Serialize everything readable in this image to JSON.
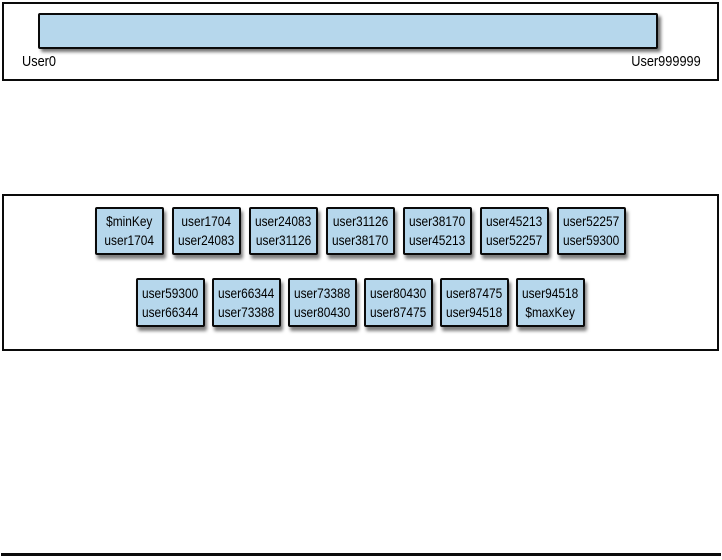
{
  "key_space": {
    "start_label": "User0",
    "end_label": "User999999"
  },
  "chunks": {
    "row1": [
      {
        "from": "$minKey",
        "to": "user1704"
      },
      {
        "from": "user1704",
        "to": "user24083"
      },
      {
        "from": "user24083",
        "to": "user31126"
      },
      {
        "from": "user31126",
        "to": "user38170"
      },
      {
        "from": "user38170",
        "to": "user45213"
      },
      {
        "from": "user45213",
        "to": "user52257"
      },
      {
        "from": "user52257",
        "to": "user59300"
      }
    ],
    "row2": [
      {
        "from": "user59300",
        "to": "user66344"
      },
      {
        "from": "user66344",
        "to": "user73388"
      },
      {
        "from": "user73388",
        "to": "user80430"
      },
      {
        "from": "user80430",
        "to": "user87475"
      },
      {
        "from": "user87475",
        "to": "user94518"
      },
      {
        "from": "user94518",
        "to": "$maxKey"
      }
    ]
  },
  "colors": {
    "chunk_fill": "#b6d7ec",
    "border": "#0a0a0a",
    "background": "#ffffff"
  }
}
